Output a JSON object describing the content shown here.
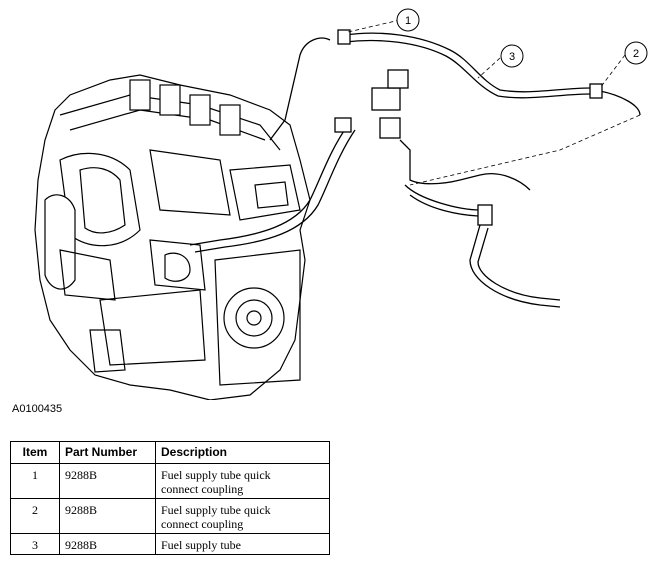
{
  "figure": {
    "id": "A0100435",
    "callouts": [
      "1",
      "2",
      "3"
    ]
  },
  "table": {
    "headers": {
      "item": "Item",
      "part_number": "Part Number",
      "description": "Description"
    },
    "rows": [
      {
        "item": "1",
        "part_number": "9288B",
        "description_lines": [
          "Fuel supply tube quick",
          "connect coupling"
        ]
      },
      {
        "item": "2",
        "part_number": "9288B",
        "description_lines": [
          "Fuel supply tube quick",
          "connect coupling"
        ]
      },
      {
        "item": "3",
        "part_number": "9288B",
        "description_lines": [
          "Fuel supply tube"
        ]
      }
    ]
  }
}
